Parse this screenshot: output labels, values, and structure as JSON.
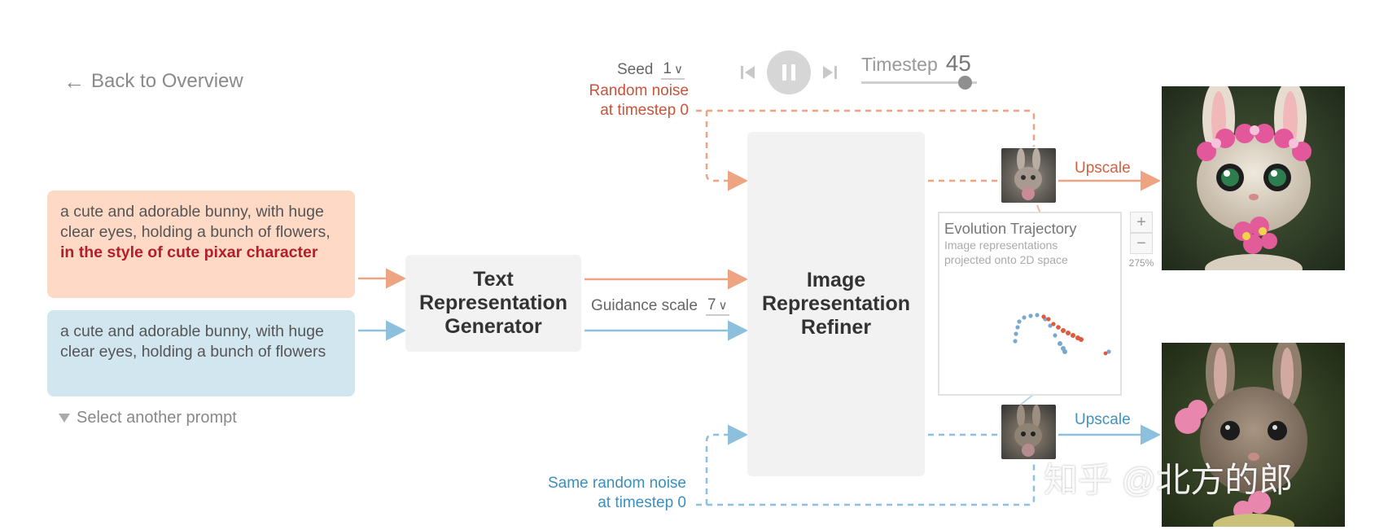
{
  "nav": {
    "back_label": "Back to Overview"
  },
  "prompts": {
    "pixar_plain": "a cute and adorable bunny, with huge clear eyes, holding a bunch of flowers, ",
    "pixar_emphasis": "in the style of cute pixar character",
    "plain": "a cute and adorable bunny, with huge clear eyes, holding a bunch of flowers",
    "select_label": "Select another prompt"
  },
  "blocks": {
    "text_generator": [
      "Text",
      "Representation",
      "Generator"
    ],
    "image_refiner": [
      "Image",
      "Representation",
      "Refiner"
    ]
  },
  "guidance": {
    "label": "Guidance scale",
    "value": "7"
  },
  "seed": {
    "label": "Seed",
    "value": "1"
  },
  "noise": {
    "top": [
      "Random noise",
      "at timestep 0"
    ],
    "bottom": [
      "Same random noise",
      "at timestep 0"
    ]
  },
  "timestep": {
    "label": "Timestep",
    "value": "45",
    "progress": 0.9
  },
  "upscale": {
    "top": "Upscale",
    "bottom": "Upscale"
  },
  "trajectory": {
    "title": "Evolution Trajectory",
    "subtitle": [
      "Image representations",
      "projected onto 2D space"
    ],
    "zoom_level": "275%"
  },
  "icons": {
    "back": "arrow-left-icon",
    "prev": "skip-back-icon",
    "pause": "pause-icon",
    "next": "skip-forward-icon",
    "dropdown": "chevron-down-icon",
    "select": "triangle-down-icon",
    "zoom_in": "plus-icon",
    "zoom_out": "minus-icon"
  },
  "colors": {
    "orange": "#eea483",
    "blue": "#8cc0dc",
    "orange_text": "#c9533a",
    "blue_text": "#3b8fc0",
    "emphasis": "#b21f2b"
  },
  "watermark": "知乎 @北方的郎"
}
